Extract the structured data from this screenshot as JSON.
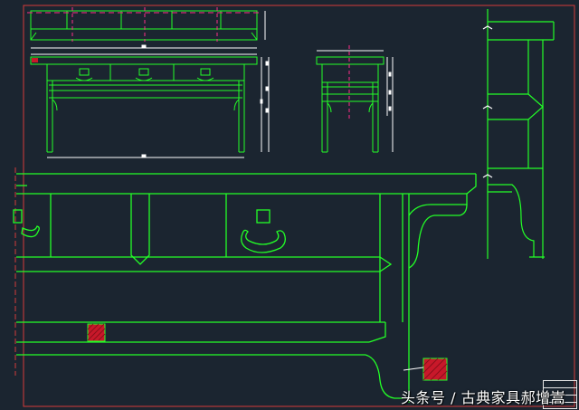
{
  "watermark": {
    "text": "头条号 / 古典家具郝增嵩"
  },
  "colors": {
    "background": "#1b2530",
    "outline": "#23ff27",
    "dimension": "#ffffff",
    "centerline": "#ff2d8a",
    "section_fill": "#c8182a",
    "frame": "#d43a3a"
  },
  "views": [
    "front-elevation",
    "side-elevation",
    "leg-section-profile",
    "enlarged-front-detail"
  ]
}
